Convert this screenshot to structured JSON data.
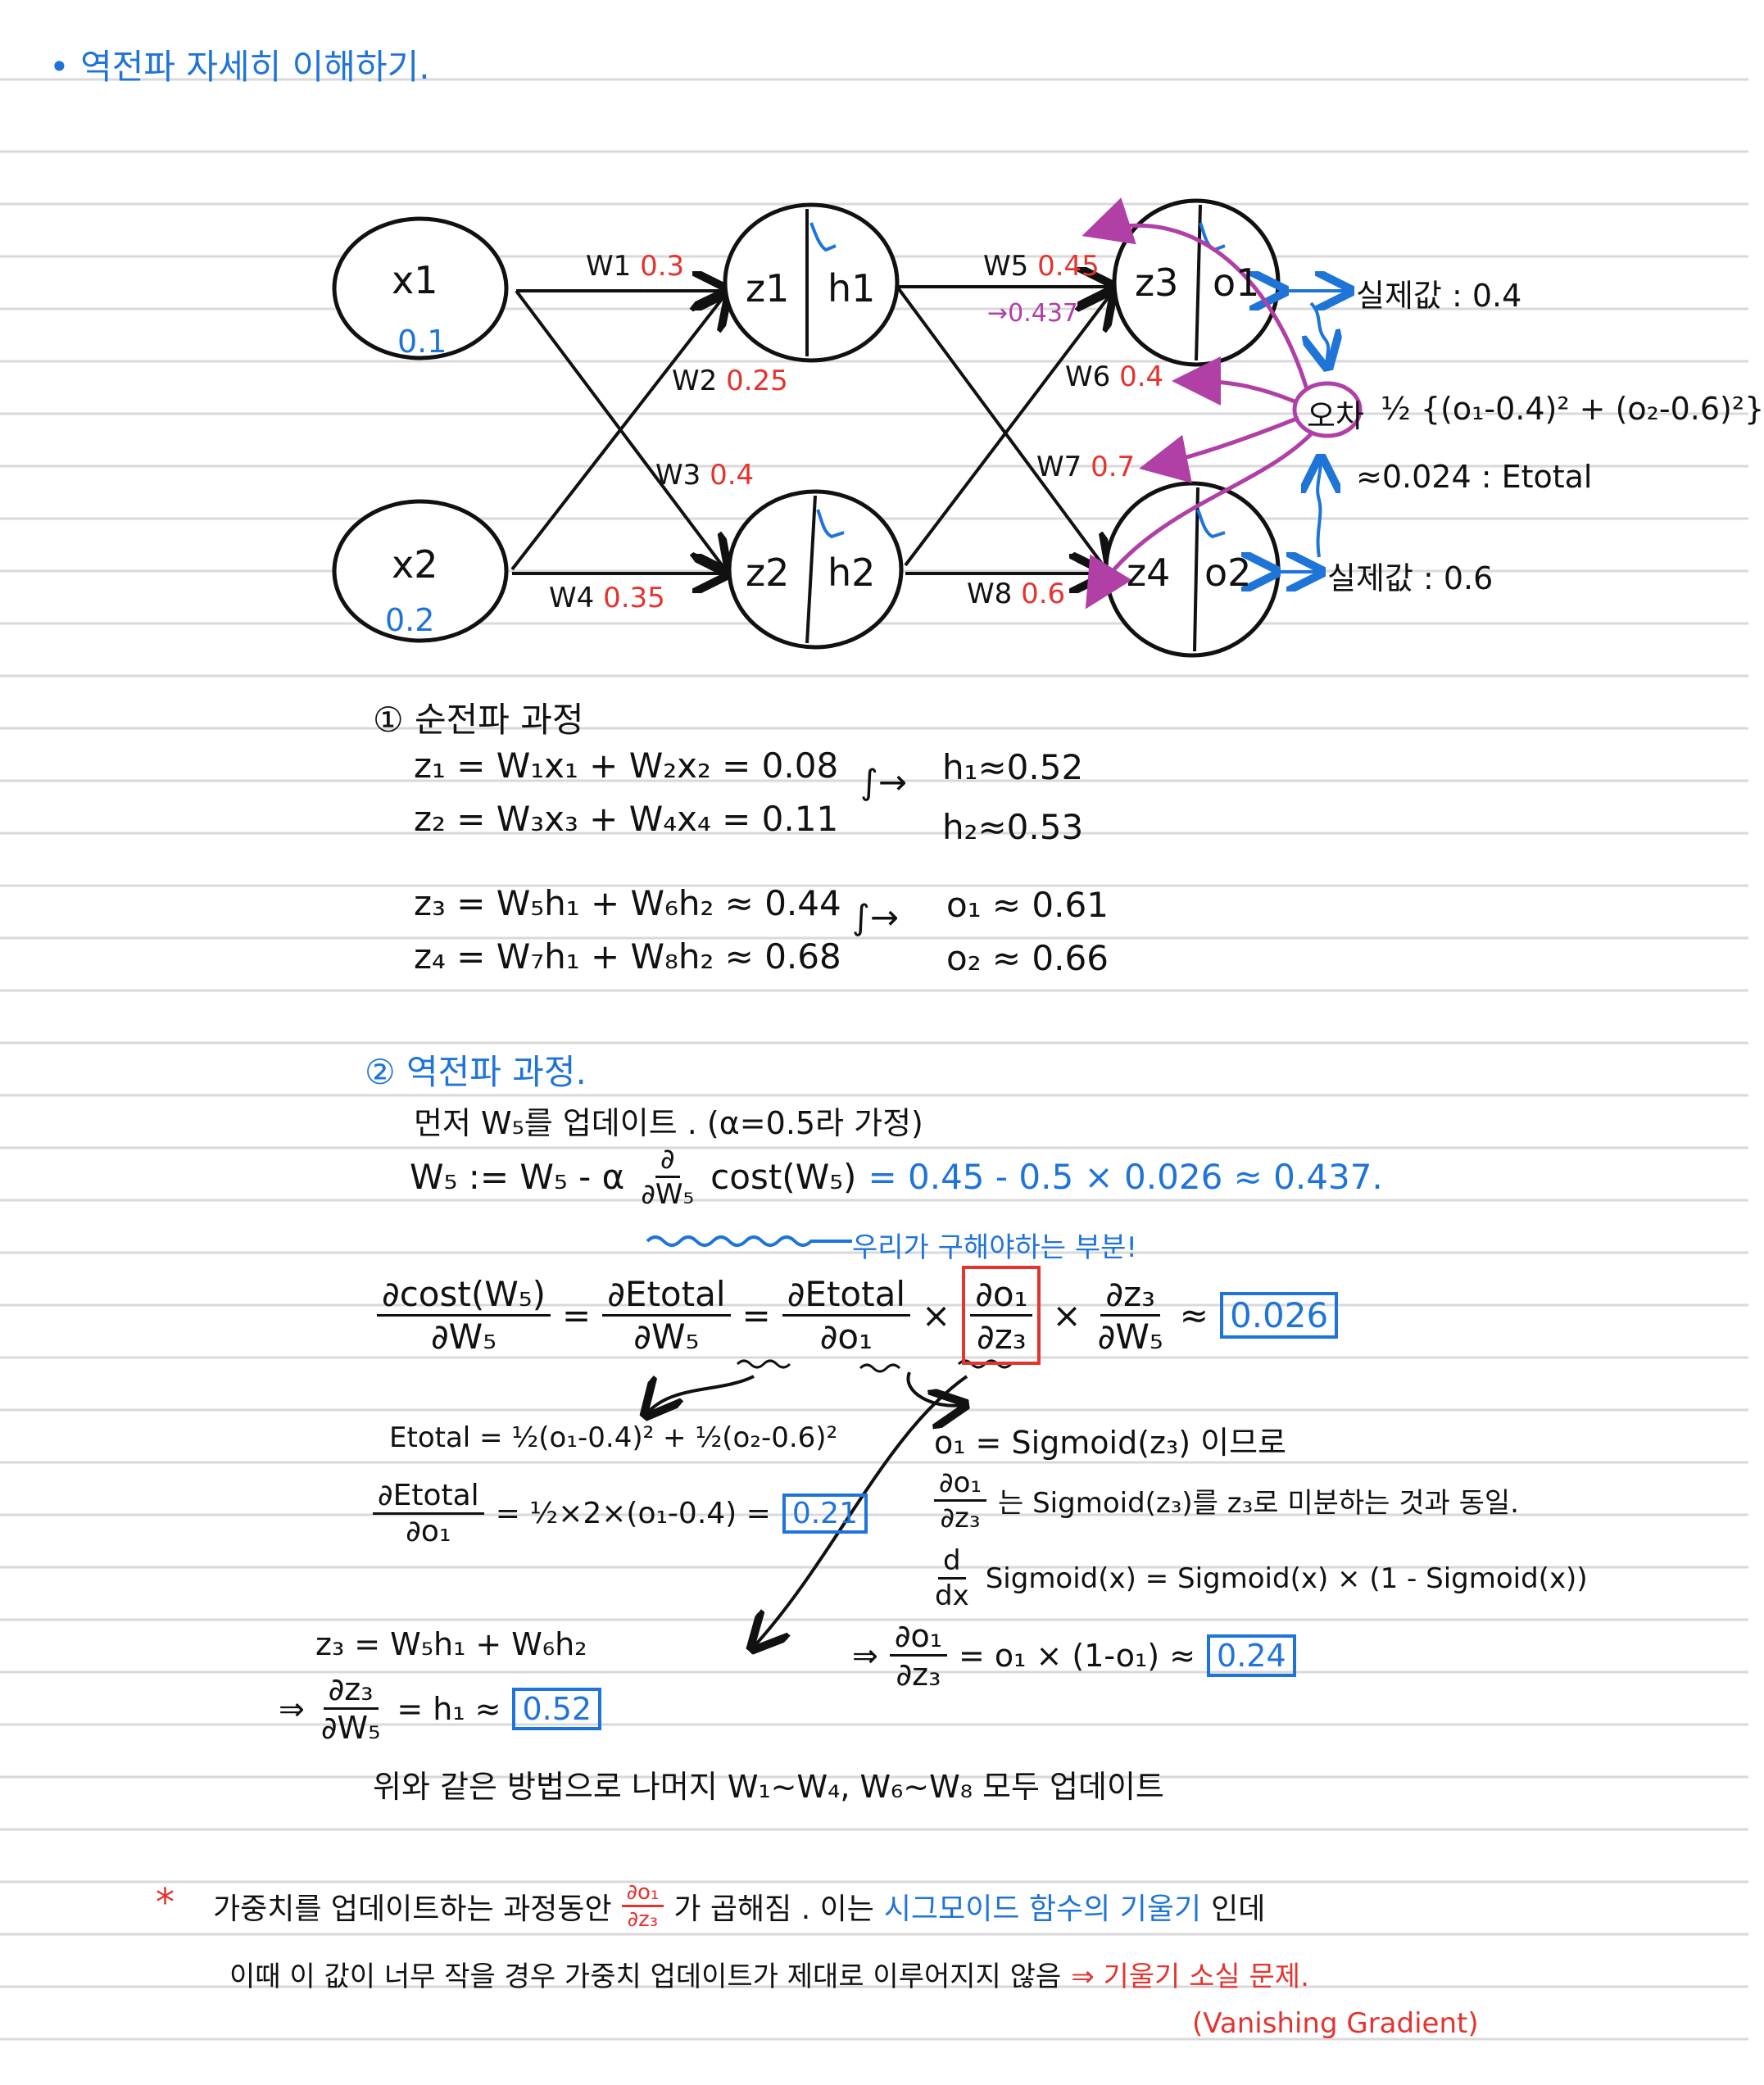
{
  "title": "• 역전파 자세히 이해하기.",
  "diagram": {
    "inputs": [
      {
        "name": "x1",
        "value": "0.1"
      },
      {
        "name": "x2",
        "value": "0.2"
      }
    ],
    "hidden": [
      {
        "z": "z1",
        "h": "h1"
      },
      {
        "z": "z2",
        "h": "h2"
      }
    ],
    "outputs": [
      {
        "z": "z3",
        "o": "o1"
      },
      {
        "z": "z4",
        "o": "o2"
      }
    ],
    "activation_symbol": "∫",
    "weights": [
      {
        "name": "W1",
        "value": "0.3"
      },
      {
        "name": "W2",
        "value": "0.25"
      },
      {
        "name": "W3",
        "value": "0.4"
      },
      {
        "name": "W4",
        "value": "0.35"
      },
      {
        "name": "W5",
        "value": "0.45"
      },
      {
        "name": "W6",
        "value": "0.4"
      },
      {
        "name": "W7",
        "value": "0.7"
      },
      {
        "name": "W8",
        "value": "0.6"
      }
    ],
    "w5_updated": "→0.437",
    "target1": "실제값 : 0.4",
    "target2": "실제값 : 0.6",
    "error_label": "오차",
    "error_formula": "½ {(o₁-0.4)² + (o₂-0.6)²}",
    "error_value": "≈0.024 : Etotal",
    "colors": {
      "blue": "#1f74d8",
      "red": "#e3342f",
      "purple": "#b03fa6"
    }
  },
  "forward": {
    "heading": "① 순전파 과정",
    "z1": "z₁ = W₁x₁ + W₂x₂ = 0.08",
    "z2": "z₂ = W₃x₃ + W₄x₄ = 0.11",
    "h1": "h₁≈0.52",
    "h2": "h₂≈0.53",
    "z3": "z₃ = W₅h₁ + W₆h₂ ≈ 0.44",
    "z4": "z₄ = W₇h₁ + W₈h₂ ≈ 0.68",
    "o1": "o₁ ≈ 0.61",
    "o2": "o₂ ≈ 0.66",
    "arrow": "∫→"
  },
  "backward": {
    "heading": "② 역전파 과정.",
    "intro": "먼저 W₅를 업데이트 . (α=0.5라 가정)",
    "update_rule": "W₅ := W₅ - α",
    "update_d_num": "∂",
    "update_d_den": "∂W₅",
    "update_cost": "cost(W₅)",
    "update_result": "= 0.45 - 0.5 × 0.026 ≈ 0.437.",
    "annotation": "우리가 구해야하는 부분!",
    "chain_lhs_num": "∂cost(W₅)",
    "chain_lhs_den": "∂W₅",
    "chain_eq": "=",
    "chain_t1_num": "∂Etotal",
    "chain_t1_den": "∂W₅",
    "chain_t2_num": "∂Etotal",
    "chain_t2_den": "∂o₁",
    "chain_times": "×",
    "chain_t3_num": "∂o₁",
    "chain_t3_den": "∂z₃",
    "chain_t4_num": "∂z₃",
    "chain_t4_den": "∂W₅",
    "chain_approx": "≈",
    "chain_result": "0.026",
    "etotal_line": "Etotal = ½(o₁-0.4)² + ½(o₂-0.6)²",
    "detotal_num": "∂Etotal",
    "detotal_den": "∂o₁",
    "detotal_rhs": "= ½×2×(o₁-0.4) =",
    "detotal_result": "0.21",
    "o1_sig": "o₁ = Sigmoid(z₃) 이므로",
    "do1_num": "∂o₁",
    "do1_den": "∂z₃",
    "do1_text": "는 Sigmoid(z₃)를 z₃로 미분하는 것과 동일.",
    "dsig_num": "d",
    "dsig_den": "dx",
    "dsig_text": "Sigmoid(x) = Sigmoid(x) × (1 - Sigmoid(x))",
    "do1_result_prefix": "⇒",
    "do1_result_rhs": "= o₁ × (1-o₁) ≈",
    "do1_result": "0.24",
    "z3_line": "z₃ = W₅h₁ + W₆h₂",
    "dz3_prefix": "⇒",
    "dz3_num": "∂z₃",
    "dz3_den": "∂W₅",
    "dz3_rhs": "= h₁ ≈",
    "dz3_result": "0.52",
    "rest": "위와 같은 방법으로 나머지 W₁~W₄, W₆~W₈ 모두 업데이트"
  },
  "note": {
    "star": "*",
    "line1_a": "가중치를 업데이트하는 과정동안",
    "line1_frac_num": "∂o₁",
    "line1_frac_den": "∂z₃",
    "line1_b": "가 곱해짐 . 이는",
    "line1_c": "시그모이드 함수의 기울기",
    "line1_d": "인데",
    "line2_a": "이때 이 값이 너무 작을 경우 가중치 업데이트가 제대로 이루어지지 않음",
    "line2_b": "⇒ 기울기 소실 문제.",
    "line3": "(Vanishing Gradient)"
  }
}
